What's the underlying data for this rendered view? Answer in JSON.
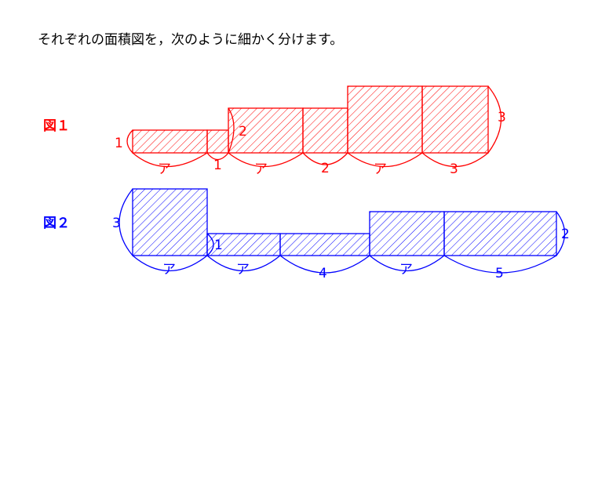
{
  "instruction": "それぞれの面積図を，次のように細かく分けます。",
  "figure1": {
    "label": "図１",
    "color": "#ff0000",
    "left_height": "1",
    "step_height": "2",
    "right_height": "3",
    "bottom_labels": [
      "ア",
      "1",
      "ア",
      "2",
      "ア",
      "3"
    ]
  },
  "figure2": {
    "label": "図２",
    "color": "#0000ff",
    "left_height": "3",
    "step_height": "1",
    "right_height": "2",
    "bottom_labels": [
      "ア",
      "ア",
      "4",
      "ア",
      "5"
    ]
  }
}
